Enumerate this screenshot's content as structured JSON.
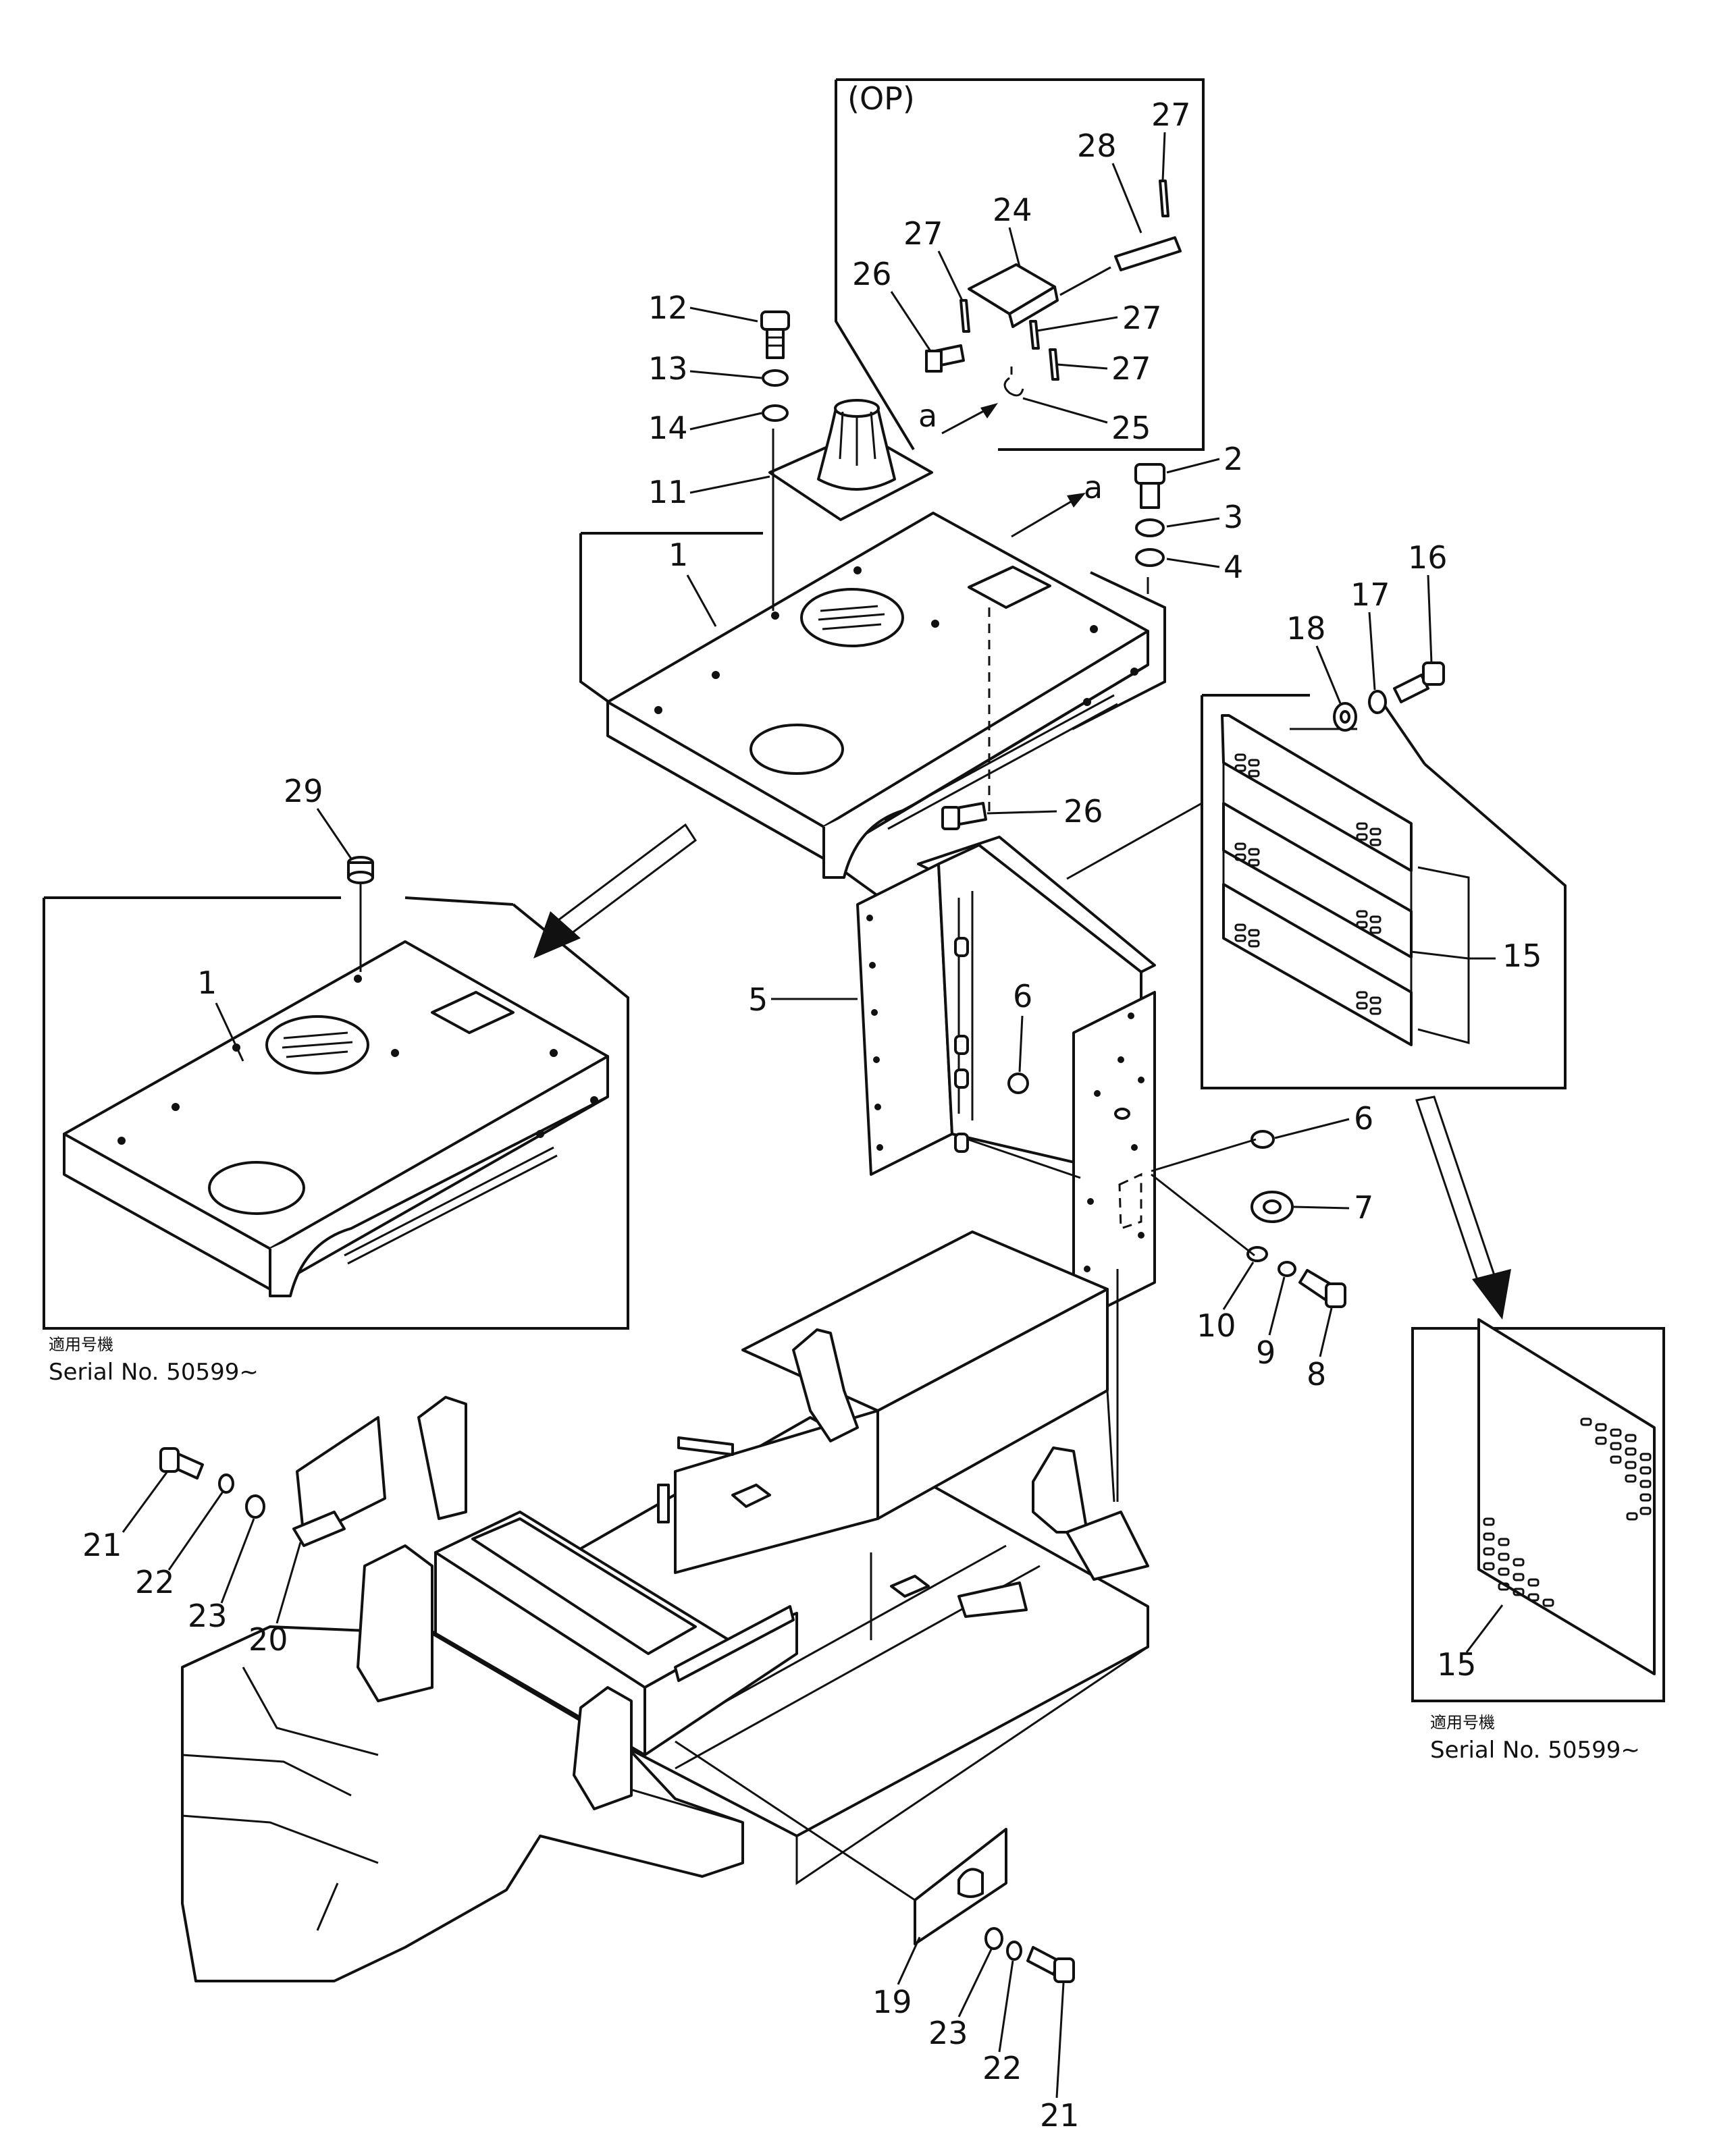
{
  "option_label": "(OP)",
  "view_marker": "a",
  "serial_note_jp": "適用号機",
  "serial_note": "Serial No. 50599∼",
  "callouts": [
    "1",
    "2",
    "3",
    "4",
    "5",
    "6",
    "7",
    "8",
    "9",
    "10",
    "11",
    "12",
    "13",
    "14",
    "15",
    "16",
    "17",
    "18",
    "19",
    "20",
    "21",
    "22",
    "23",
    "24",
    "25",
    "26",
    "27",
    "28",
    "29"
  ]
}
